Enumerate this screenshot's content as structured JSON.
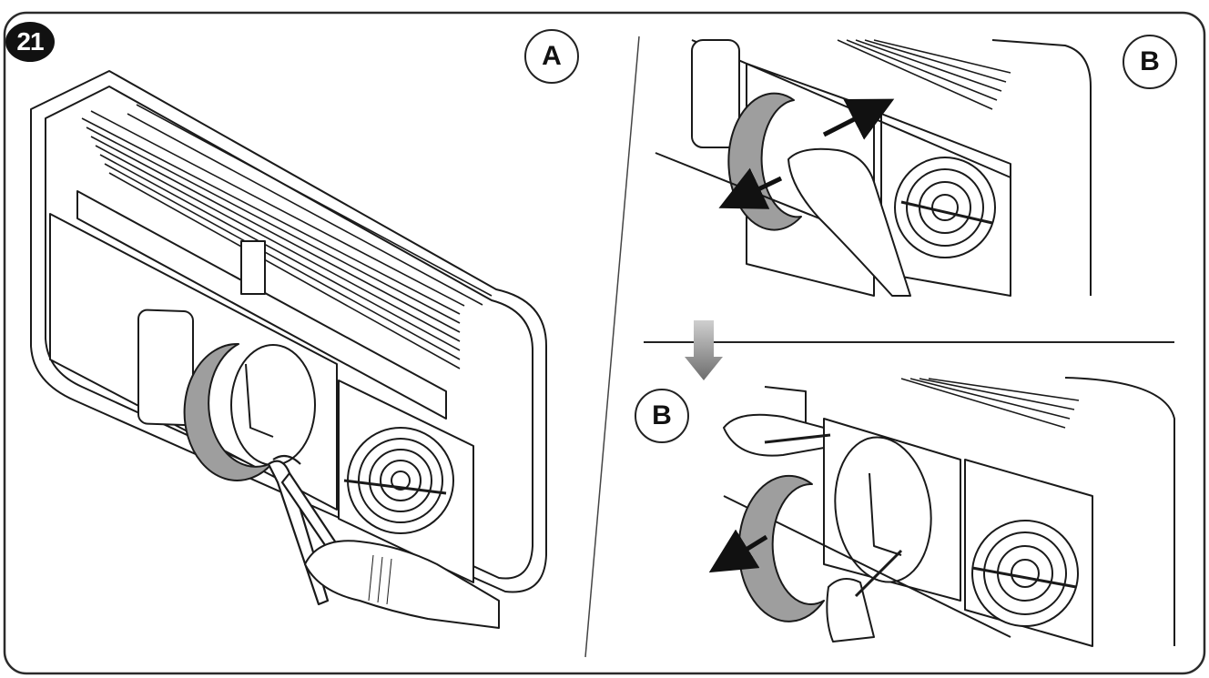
{
  "figure": {
    "step_number": "21",
    "panel_a_label": "A",
    "panel_b_top_label": "B",
    "panel_b_bottom_label": "B"
  },
  "colors": {
    "line": "#1a1a1a",
    "gasket_grey": "#9e9e9e",
    "badge": "#111111"
  },
  "icons": [
    "pliers-icon",
    "hand-icon",
    "fan-grille-icon",
    "arrow-icon"
  ]
}
